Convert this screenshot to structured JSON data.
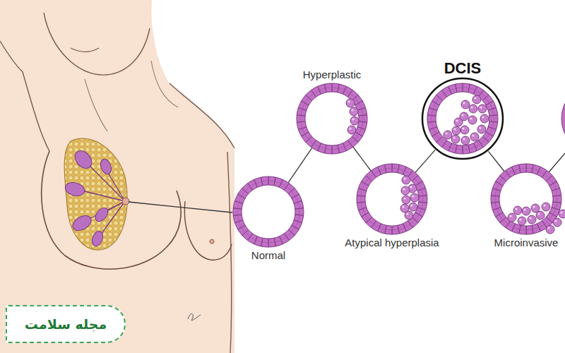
{
  "diagram": {
    "nodes": [
      {
        "text": [
          "Normal"
        ]
      },
      {
        "text": [
          "Hyperplastic"
        ]
      },
      {
        "text": [
          "Atypical hyperplasia"
        ]
      },
      {
        "text": [
          "DCIS"
        ]
      },
      {
        "text": [
          "Microinvasive"
        ]
      }
    ],
    "edges": [
      {
        "from": 0,
        "to": 1,
        "arrow": "none"
      },
      {
        "from": 1,
        "to": 2,
        "arrow": "none"
      },
      {
        "from": 2,
        "to": 3,
        "arrow": "none"
      },
      {
        "from": 3,
        "to": 4,
        "arrow": "none"
      }
    ],
    "labels": [
      "مجله سلامت"
    ]
  }
}
